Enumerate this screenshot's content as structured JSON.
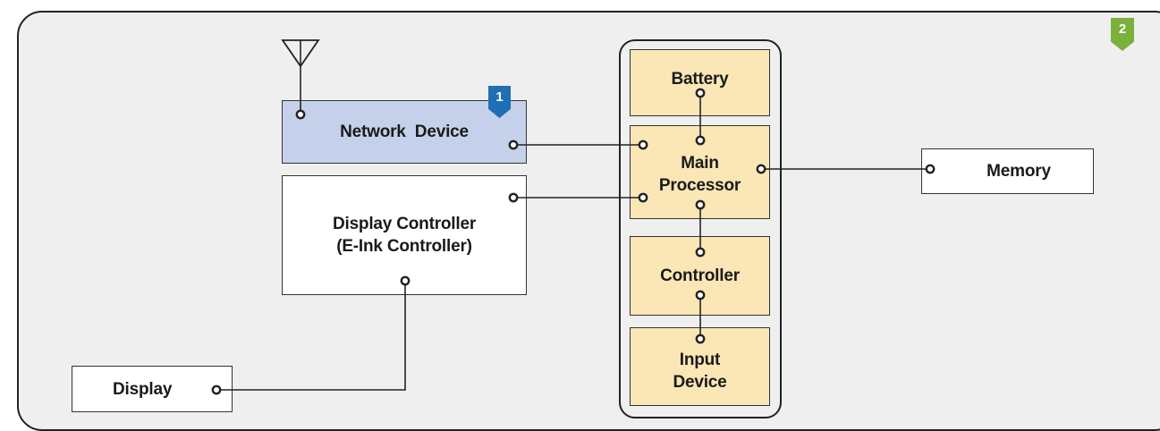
{
  "diagram": {
    "blocks": {
      "network_device": "Network  Device",
      "display_controller": "Display Controller\n(E-Ink Controller)",
      "display": "Display",
      "battery": "Battery",
      "main_processor": "Main\nProcessor",
      "controller": "Controller",
      "input_device": "Input\nDevice",
      "memory": "Memory"
    },
    "badges": {
      "network_device": "1",
      "panel": "2"
    },
    "colors": {
      "panel_background": "#efeff0",
      "network_device_fill": "#c5d1ea",
      "processor_group_fill": "#fbe6b6",
      "badge_blue": "#1e6fb3",
      "badge_green": "#7ab13b",
      "line": "#222222"
    },
    "icons": [
      "antenna-icon"
    ]
  }
}
